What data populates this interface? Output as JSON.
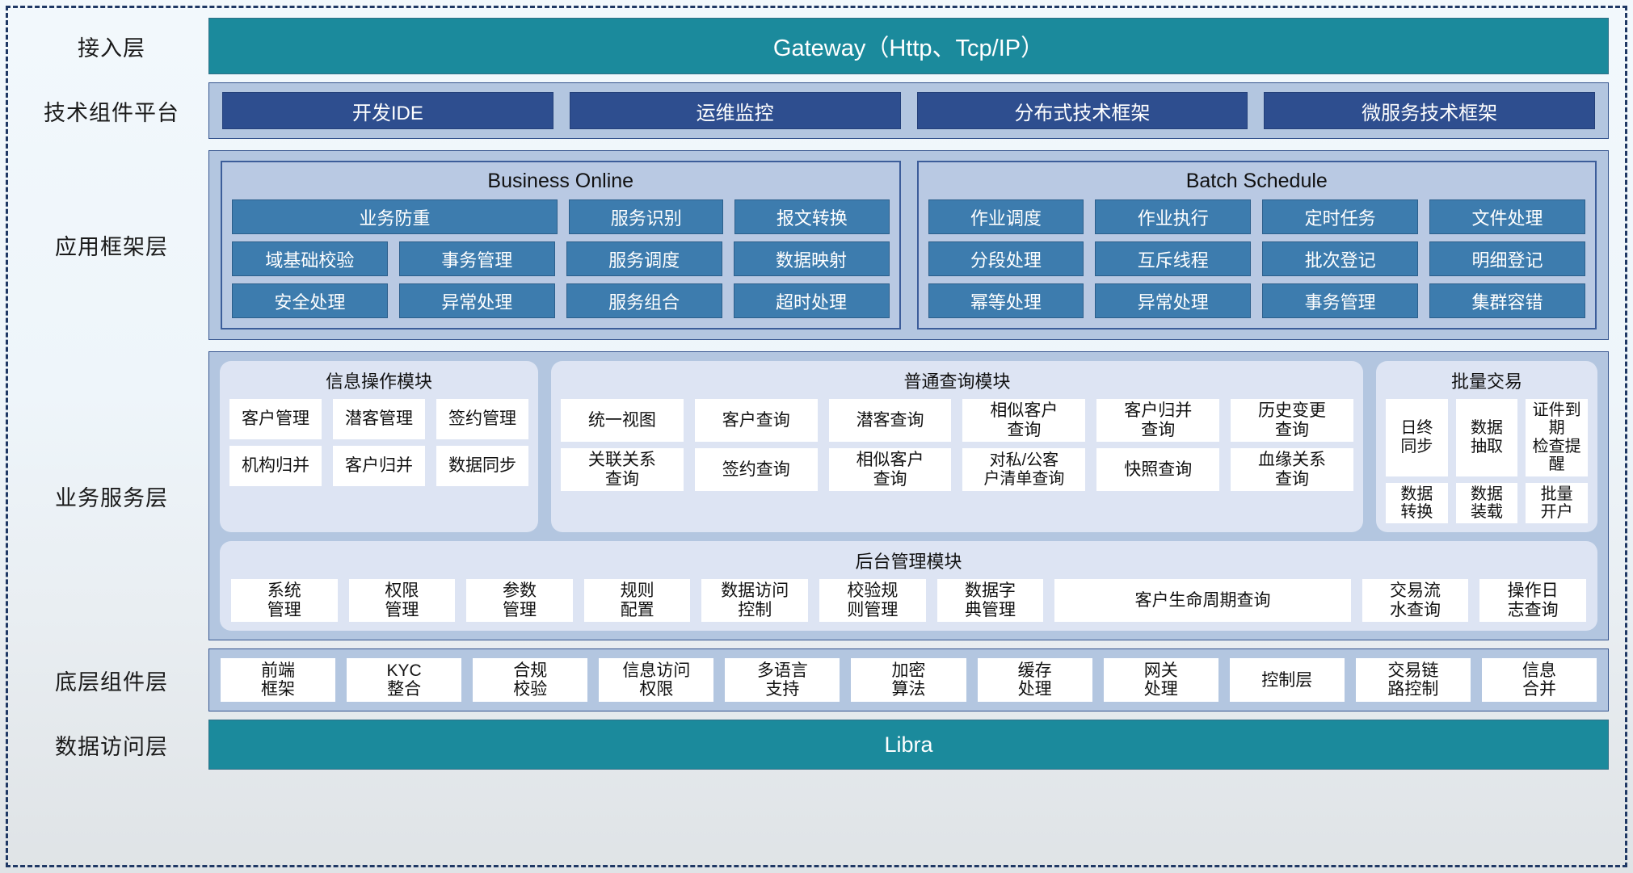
{
  "layers": {
    "access": {
      "label": "接入层",
      "band_label": "Gateway（Http、Tcp/IP）"
    },
    "tech_platform": {
      "label": "技术组件平台",
      "items": [
        "开发IDE",
        "运维监控",
        "分布式技术框架",
        "微服务技术框架"
      ]
    },
    "app_framework": {
      "label": "应用框架层",
      "groups": [
        {
          "title": "Business Online",
          "rows": [
            [
              "业务防重",
              "服务识别",
              "报文转换"
            ],
            [
              "域基础校验",
              "事务管理",
              "服务调度",
              "数据映射"
            ],
            [
              "安全处理",
              "异常处理",
              "服务组合",
              "超时处理"
            ]
          ]
        },
        {
          "title": "Batch Schedule",
          "rows": [
            [
              "作业调度",
              "作业执行",
              "定时任务",
              "文件处理"
            ],
            [
              "分段处理",
              "互斥线程",
              "批次登记",
              "明细登记"
            ],
            [
              "幂等处理",
              "异常处理",
              "事务管理",
              "集群容错"
            ]
          ]
        }
      ]
    },
    "business_service": {
      "label": "业务服务层",
      "modules": [
        {
          "title": "信息操作模块",
          "rows": [
            [
              "客户管理",
              "潜客管理",
              "签约管理"
            ],
            [
              "机构归并",
              "客户归并",
              "数据同步"
            ]
          ]
        },
        {
          "title": "普通查询模块",
          "rows": [
            [
              "统一视图",
              "客户查询",
              "潜客查询",
              "相似客户\n查询",
              "客户归并\n查询",
              "历史变更\n查询"
            ],
            [
              "关联关系\n查询",
              "签约查询",
              "相似客户\n查询",
              "对私/公客\n户清单查询",
              "快照查询",
              "血缘关系\n查询"
            ]
          ]
        },
        {
          "title": "批量交易",
          "rows": [
            [
              "日终\n同步",
              "数据\n抽取",
              "证件到期\n检查提醒"
            ],
            [
              "数据\n转换",
              "数据\n装载",
              "批量\n开户"
            ]
          ]
        }
      ],
      "admin_module": {
        "title": "后台管理模块",
        "items": [
          "系统\n管理",
          "权限\n管理",
          "参数\n管理",
          "规则\n配置",
          "数据访问\n控制",
          "校验规\n则管理",
          "数据字\n典管理",
          "客户生命周期查询",
          "交易流\n水查询",
          "操作日\n志查询"
        ]
      }
    },
    "bottom_components": {
      "label": "底层组件层",
      "items": [
        "前端\n框架",
        "KYC\n整合",
        "合规\n校验",
        "信息访问\n权限",
        "多语言\n支持",
        "加密\n算法",
        "缓存\n处理",
        "网关\n处理",
        "控制层",
        "交易链\n路控制",
        "信息\n合并"
      ]
    },
    "data_access": {
      "label": "数据访问层",
      "band_label": "Libra"
    }
  },
  "colors": {
    "teal": "#1b8a9c",
    "dark_blue_chip": "#2e4e8f",
    "mid_blue_chip": "#3d7cae",
    "band_bg": "#b3c6e0",
    "module_bg": "#dde4f3",
    "dash_border": "#1f3864"
  }
}
